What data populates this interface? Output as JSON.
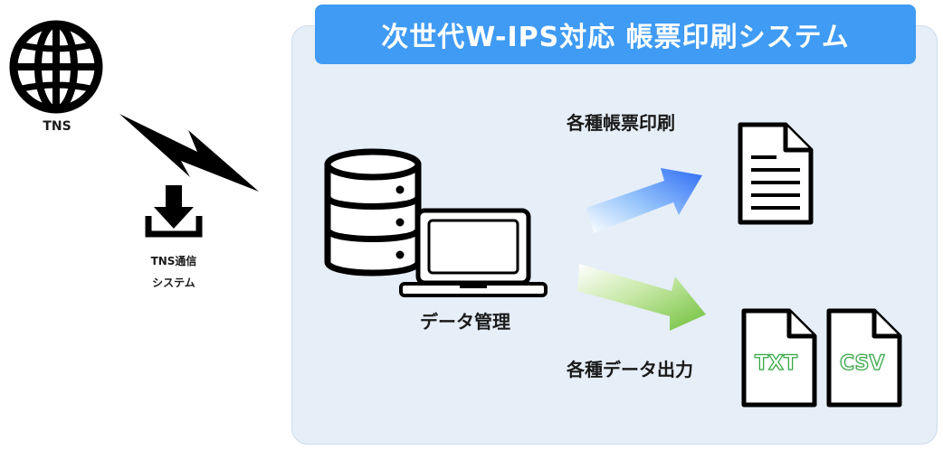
{
  "title": "次世代W-IPS対応 帳票印刷システム",
  "tns": {
    "globe_label": "TNS",
    "comm_label_line1": "TNS通信",
    "comm_label_line2": "システム"
  },
  "system": {
    "data_management_label": "データ管理",
    "print_label": "各種帳票印刷",
    "output_label": "各種データ出力",
    "txt_label": "TXT",
    "csv_label": "CSV"
  },
  "colors": {
    "title_bg": "#3f9bf4",
    "panel_bg": "#e6eef8",
    "print_arrow": "#2f6cf5",
    "output_arrow": "#7cc742",
    "file_text_outline": "#3aa648"
  }
}
